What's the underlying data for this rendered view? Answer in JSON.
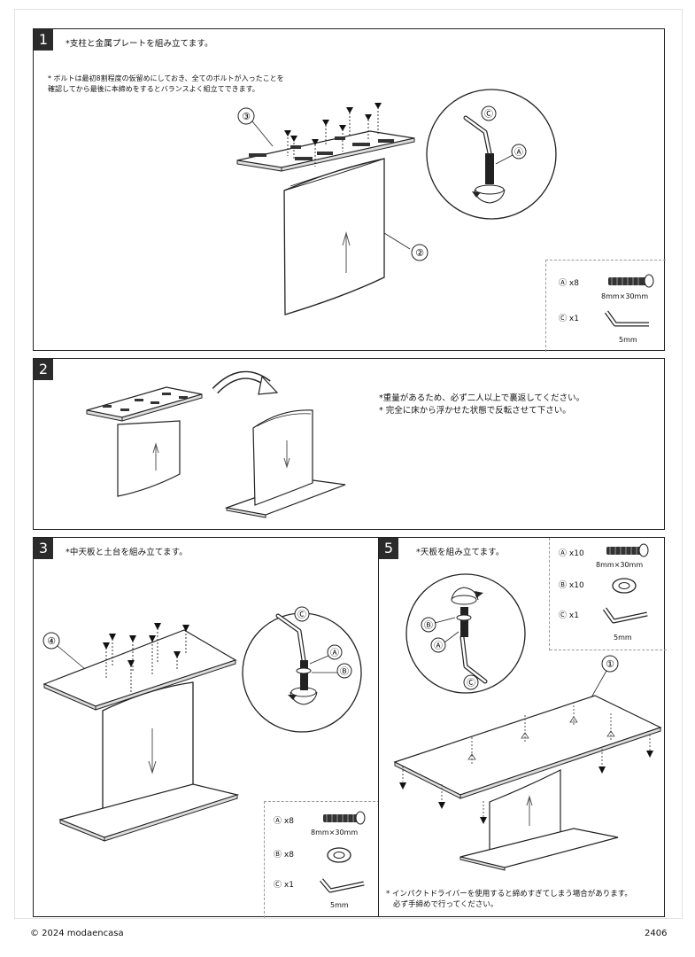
{
  "step1": {
    "num": "1",
    "title": "*支柱と金属プレートを組み立てます。",
    "note_line1": "* ボルトは最初8割程度の仮留めにしておき、全てのボルトが入ったことを",
    "note_line2": "確認してから最後に本締めをするとバランスよく組立てできます。",
    "callouts": [
      "③",
      "②",
      "Ⓒ",
      "Ⓐ"
    ],
    "parts": [
      {
        "id": "Ⓐ",
        "qty": "x8",
        "size": "8mm×30mm",
        "icon": "bolt-icon"
      },
      {
        "id": "Ⓒ",
        "qty": "x1",
        "size": "5mm",
        "icon": "hex-key-icon"
      }
    ]
  },
  "step2": {
    "num": "2",
    "note_line1": "*重量があるため、必ず二人以上で裏返してください。",
    "note_line2": "* 完全に床から浮かせた状態で反転させて下さい。"
  },
  "step3": {
    "num": "3",
    "title": "*中天板と土台を組み立てます。",
    "callouts": [
      "④",
      "Ⓒ",
      "Ⓐ",
      "Ⓑ"
    ],
    "parts": [
      {
        "id": "Ⓐ",
        "qty": "x8",
        "size": "8mm×30mm",
        "icon": "bolt-icon"
      },
      {
        "id": "Ⓑ",
        "qty": "x8",
        "size": "",
        "icon": "washer-icon"
      },
      {
        "id": "Ⓒ",
        "qty": "x1",
        "size": "5mm",
        "icon": "hex-key-icon"
      }
    ]
  },
  "step5": {
    "num": "5",
    "title": "*天板を組み立てます。",
    "callouts": [
      "Ⓑ",
      "Ⓐ",
      "Ⓒ",
      "①"
    ],
    "parts": [
      {
        "id": "Ⓐ",
        "qty": "x10",
        "size": "8mm×30mm",
        "icon": "bolt-icon"
      },
      {
        "id": "Ⓑ",
        "qty": "x10",
        "size": "",
        "icon": "washer-icon"
      },
      {
        "id": "Ⓒ",
        "qty": "x1",
        "size": "5mm",
        "icon": "hex-key-icon"
      }
    ],
    "note_line1": "* インパクトドライバーを使用すると締めすぎてしまう場合があります。",
    "note_line2": "必ず手締めで行ってください。"
  },
  "footer": {
    "copyright": "© 2024 modaencasa",
    "code": "2406"
  }
}
